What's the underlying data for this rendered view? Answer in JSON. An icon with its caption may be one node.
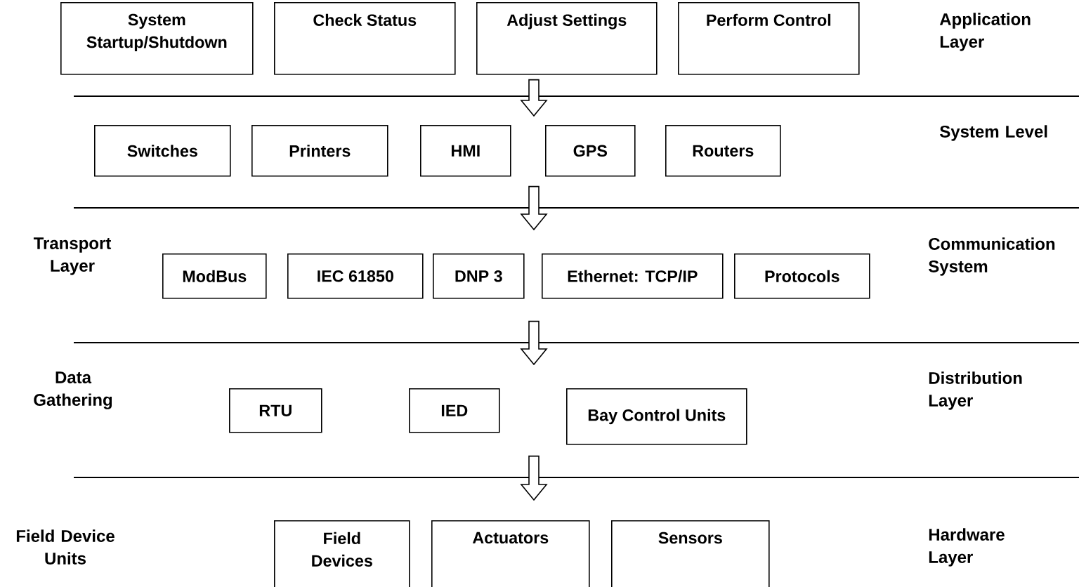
{
  "diagram": {
    "nodes": [
      {
        "text": [
          "System Startup/Shutdown"
        ]
      },
      {
        "text": [
          "Check Status"
        ]
      },
      {
        "text": [
          "Adjust Settings"
        ]
      },
      {
        "text": [
          "Perform Control"
        ]
      },
      {
        "text": [
          "Switches"
        ]
      },
      {
        "text": [
          "Printers"
        ]
      },
      {
        "text": [
          "HMI"
        ]
      },
      {
        "text": [
          "GPS"
        ]
      },
      {
        "text": [
          "Routers"
        ]
      },
      {
        "text": [
          "ModBus"
        ]
      },
      {
        "text": [
          "IEC 61850"
        ]
      },
      {
        "text": [
          "DNP 3"
        ]
      },
      {
        "text": [
          "Ethernet: TCP/IP"
        ]
      },
      {
        "text": [
          "Protocols"
        ]
      },
      {
        "text": [
          "RTU"
        ]
      },
      {
        "text": [
          "IED"
        ]
      },
      {
        "text": [
          "Bay Control Units"
        ]
      },
      {
        "text": [
          "Field Devices"
        ]
      },
      {
        "text": [
          "Actuators"
        ]
      },
      {
        "text": [
          "Sensors"
        ]
      }
    ],
    "edges": [
      {
        "from": 2,
        "to": 7,
        "arrow": "to"
      },
      {
        "from": 7,
        "to": 12,
        "arrow": "to"
      },
      {
        "from": 12,
        "to": 16,
        "arrow": "to"
      },
      {
        "from": 16,
        "to": 18,
        "arrow": "to"
      }
    ],
    "labels": [
      "Application Layer",
      "System Level",
      "Transport Layer",
      "Communication System",
      "Data Gathering",
      "Distribution Layer",
      "Field Device Units",
      "Hardware Layer"
    ]
  }
}
